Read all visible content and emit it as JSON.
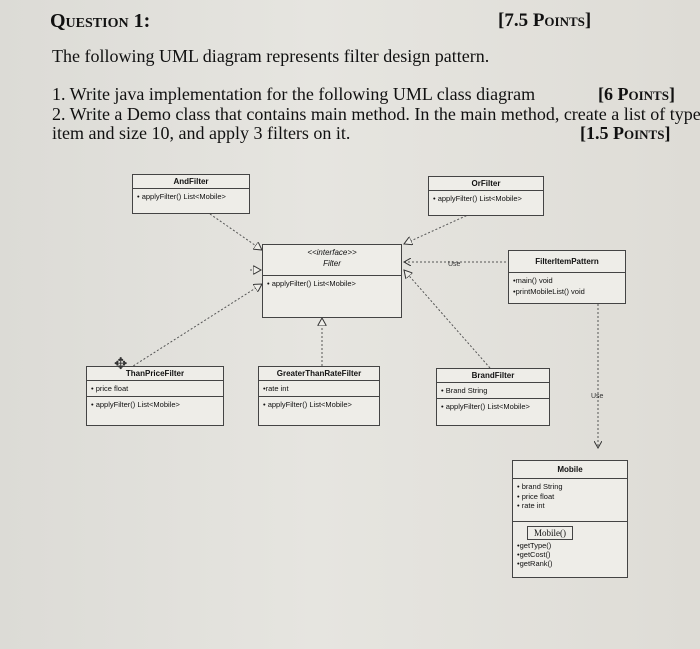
{
  "question": {
    "title": "Question 1:",
    "points": "[7.5 Points]",
    "intro": "The following UML diagram represents filter design pattern.",
    "items": [
      {
        "text": "1.  Write java implementation for the following UML class diagram",
        "points": "[6 Points]"
      },
      {
        "text": "2.  Write a Demo class that contains main method. In the main method, create a list of type",
        "points": ""
      },
      {
        "text": "item and size 10, and apply 3 filters on it.",
        "points": "[1.5 Points]"
      }
    ]
  },
  "uml": {
    "and_filter": {
      "name": "AndFilter",
      "method": "• applyFilter() List<Mobile>"
    },
    "or_filter": {
      "name": "OrFilter",
      "method": "• applyFilter() List<Mobile>"
    },
    "filter": {
      "stereotype": "<<interface>>",
      "name": "Filter",
      "method": "• applyFilter() List<Mobile>"
    },
    "pattern": {
      "name": "FilterItemPattern",
      "methods": [
        "•main() void",
        "•printMobileList() void"
      ]
    },
    "than_price": {
      "name": "ThanPriceFilter",
      "attr": "• price float",
      "method": "• applyFilter() List<Mobile>"
    },
    "greater_rate": {
      "name": "GreaterThanRateFilter",
      "attr": "•rate int",
      "method": "• applyFilter() List<Mobile>"
    },
    "brand": {
      "name": "BrandFilter",
      "attr": "• Brand String",
      "method": "• applyFilter() List<Mobile>"
    },
    "mobile": {
      "name": "Mobile",
      "attrs": [
        "• brand String",
        "• price float",
        "• rate int"
      ],
      "constructor": "Mobile()",
      "methods": [
        "•getType()",
        "•getCost()",
        "•getRank()"
      ]
    },
    "use_label_1": "Use",
    "use_label_2": "Use"
  }
}
